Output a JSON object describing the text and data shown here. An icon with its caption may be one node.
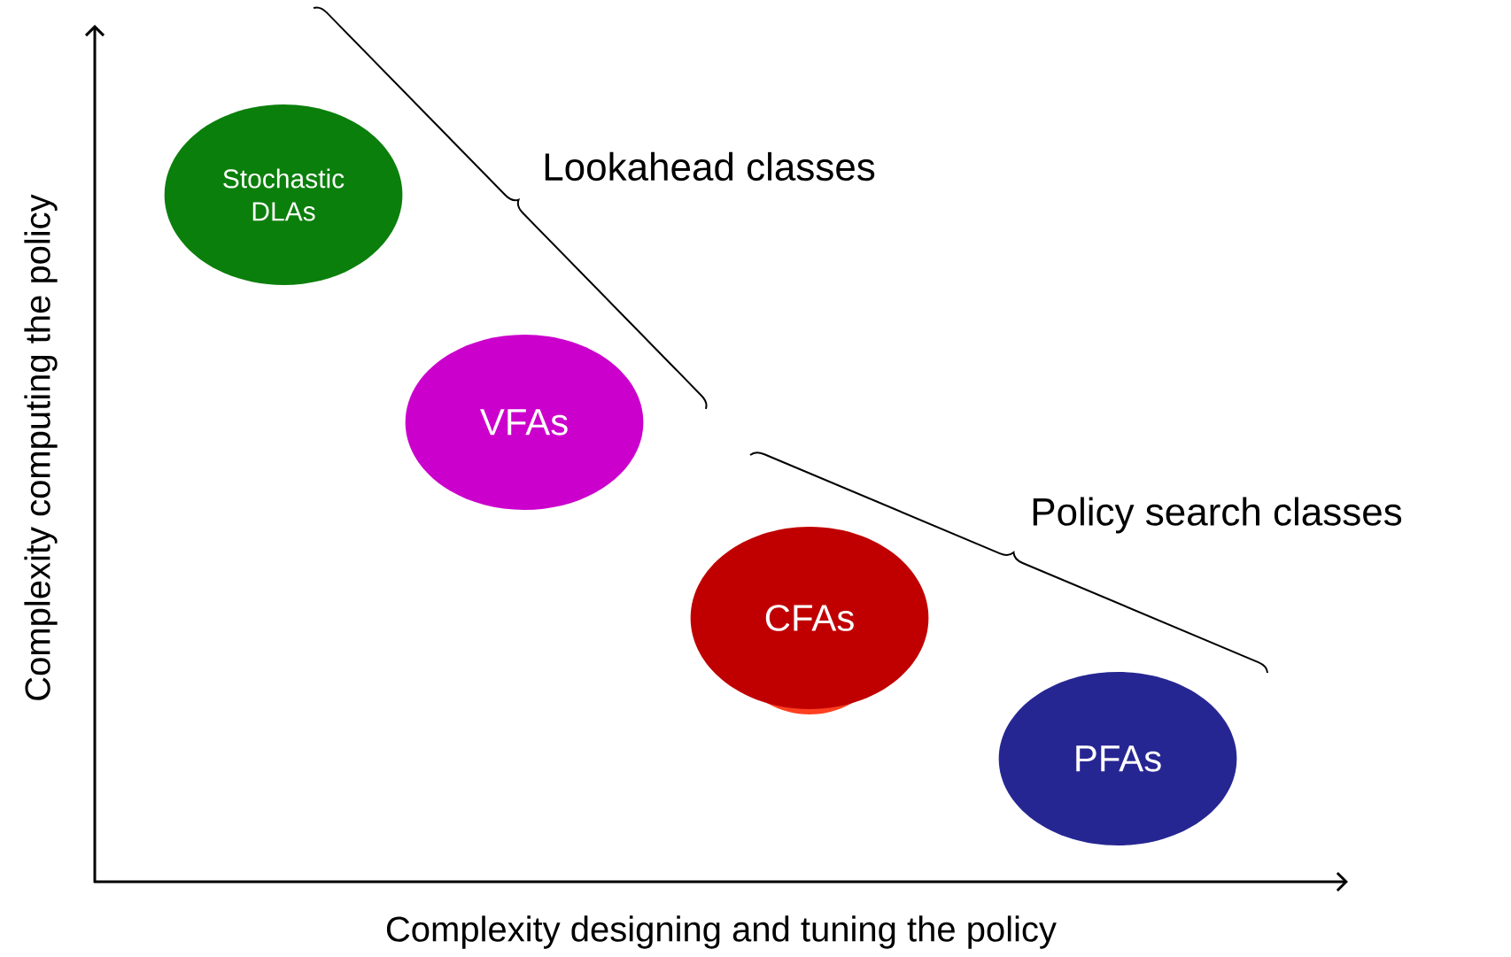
{
  "diagram": {
    "nodes": [
      {
        "text": [
          "Stochastic DLAs"
        ]
      },
      {
        "text": [
          "VFAs"
        ]
      },
      {
        "text": [
          "CFAs"
        ]
      },
      {
        "text": [
          "PFAs"
        ]
      }
    ],
    "labels": [
      "Complexity computing the policy",
      "Complexity designing and tuning the policy",
      "Lookahead classes",
      "Policy search classes"
    ]
  }
}
